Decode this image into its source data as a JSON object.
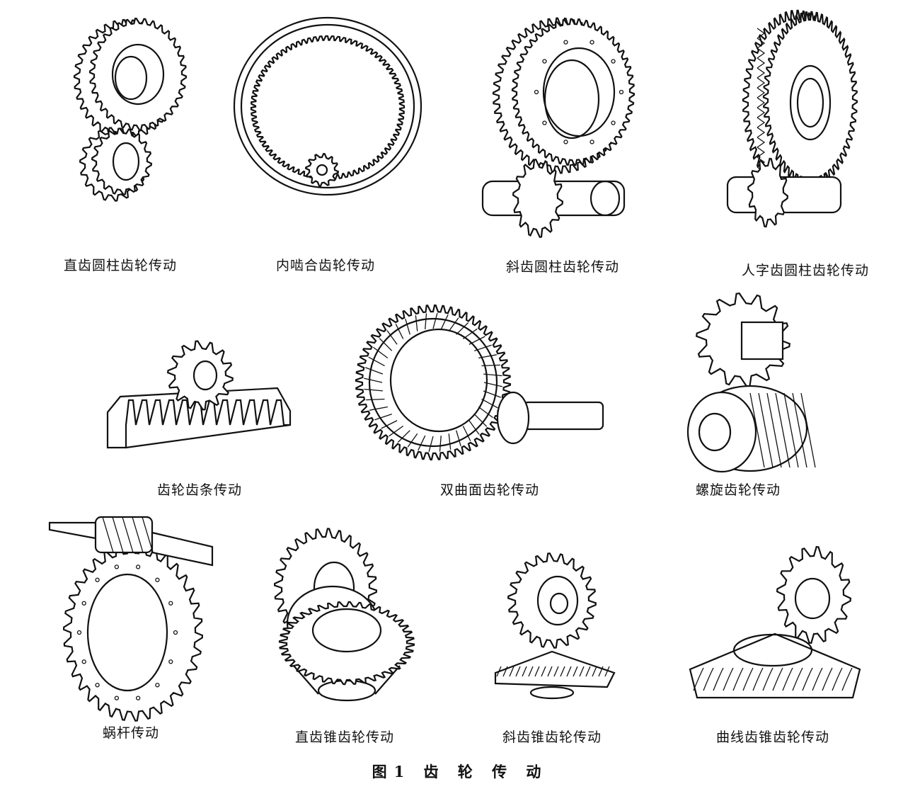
{
  "figure_caption": "图1  齿 轮 传 动",
  "items": [
    {
      "label": "直齿圆柱齿轮传动"
    },
    {
      "label": "内啮合齿轮传动"
    },
    {
      "label": "斜齿圆柱齿轮传动"
    },
    {
      "label": "人字齿圆柱齿轮传动"
    },
    {
      "label": "齿轮齿条传动"
    },
    {
      "label": "双曲面齿轮传动"
    },
    {
      "label": "螺旋齿轮传动"
    },
    {
      "label": "蜗杆传动"
    },
    {
      "label": "直齿锥齿轮传动"
    },
    {
      "label": "斜齿锥齿轮传动"
    },
    {
      "label": "曲线齿锥齿轮传动"
    }
  ],
  "colors": {
    "line": "#111111",
    "background": "#ffffff"
  }
}
